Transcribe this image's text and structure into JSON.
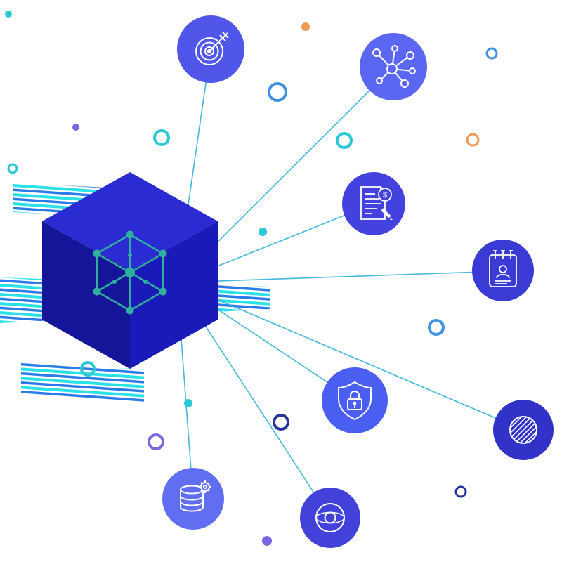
{
  "illustration": {
    "name": "Blockchain cube connected-services illustration",
    "background": "#ffffff",
    "cube": {
      "top": "#2b2bd4",
      "left": "#15159a",
      "right": "#1a1ab8",
      "wireframe": "#2fb09c"
    },
    "connector": {
      "color": "#2fb0d8"
    },
    "stripes": {
      "cyan": "#2ae2e6",
      "blue": "#2b7ce8"
    },
    "decor": {
      "teal": "#2cc9d4",
      "blue": "#3f93e2",
      "orange": "#f09a52",
      "violet": "#7d66e2",
      "navy": "#25359e"
    },
    "nodes": [
      {
        "id": "target",
        "icon": "target-arrow-icon",
        "color": "#5156ea"
      },
      {
        "id": "network-hub",
        "icon": "network-hub-icon",
        "color": "#5b67f2"
      },
      {
        "id": "contract",
        "icon": "document-dollar-icon",
        "color": "#4442df",
        "glyph": "$"
      },
      {
        "id": "contacts",
        "icon": "notepad-user-icon",
        "color": "#3a3bd4"
      },
      {
        "id": "security",
        "icon": "shield-lock-icon",
        "color": "#4a5ff2"
      },
      {
        "id": "sphere",
        "icon": "striped-sphere-icon",
        "color": "#3132c8"
      },
      {
        "id": "database",
        "icon": "database-gear-icon",
        "color": "#626ef2"
      },
      {
        "id": "globe",
        "icon": "globe-scan-icon",
        "color": "#4242da"
      }
    ]
  }
}
